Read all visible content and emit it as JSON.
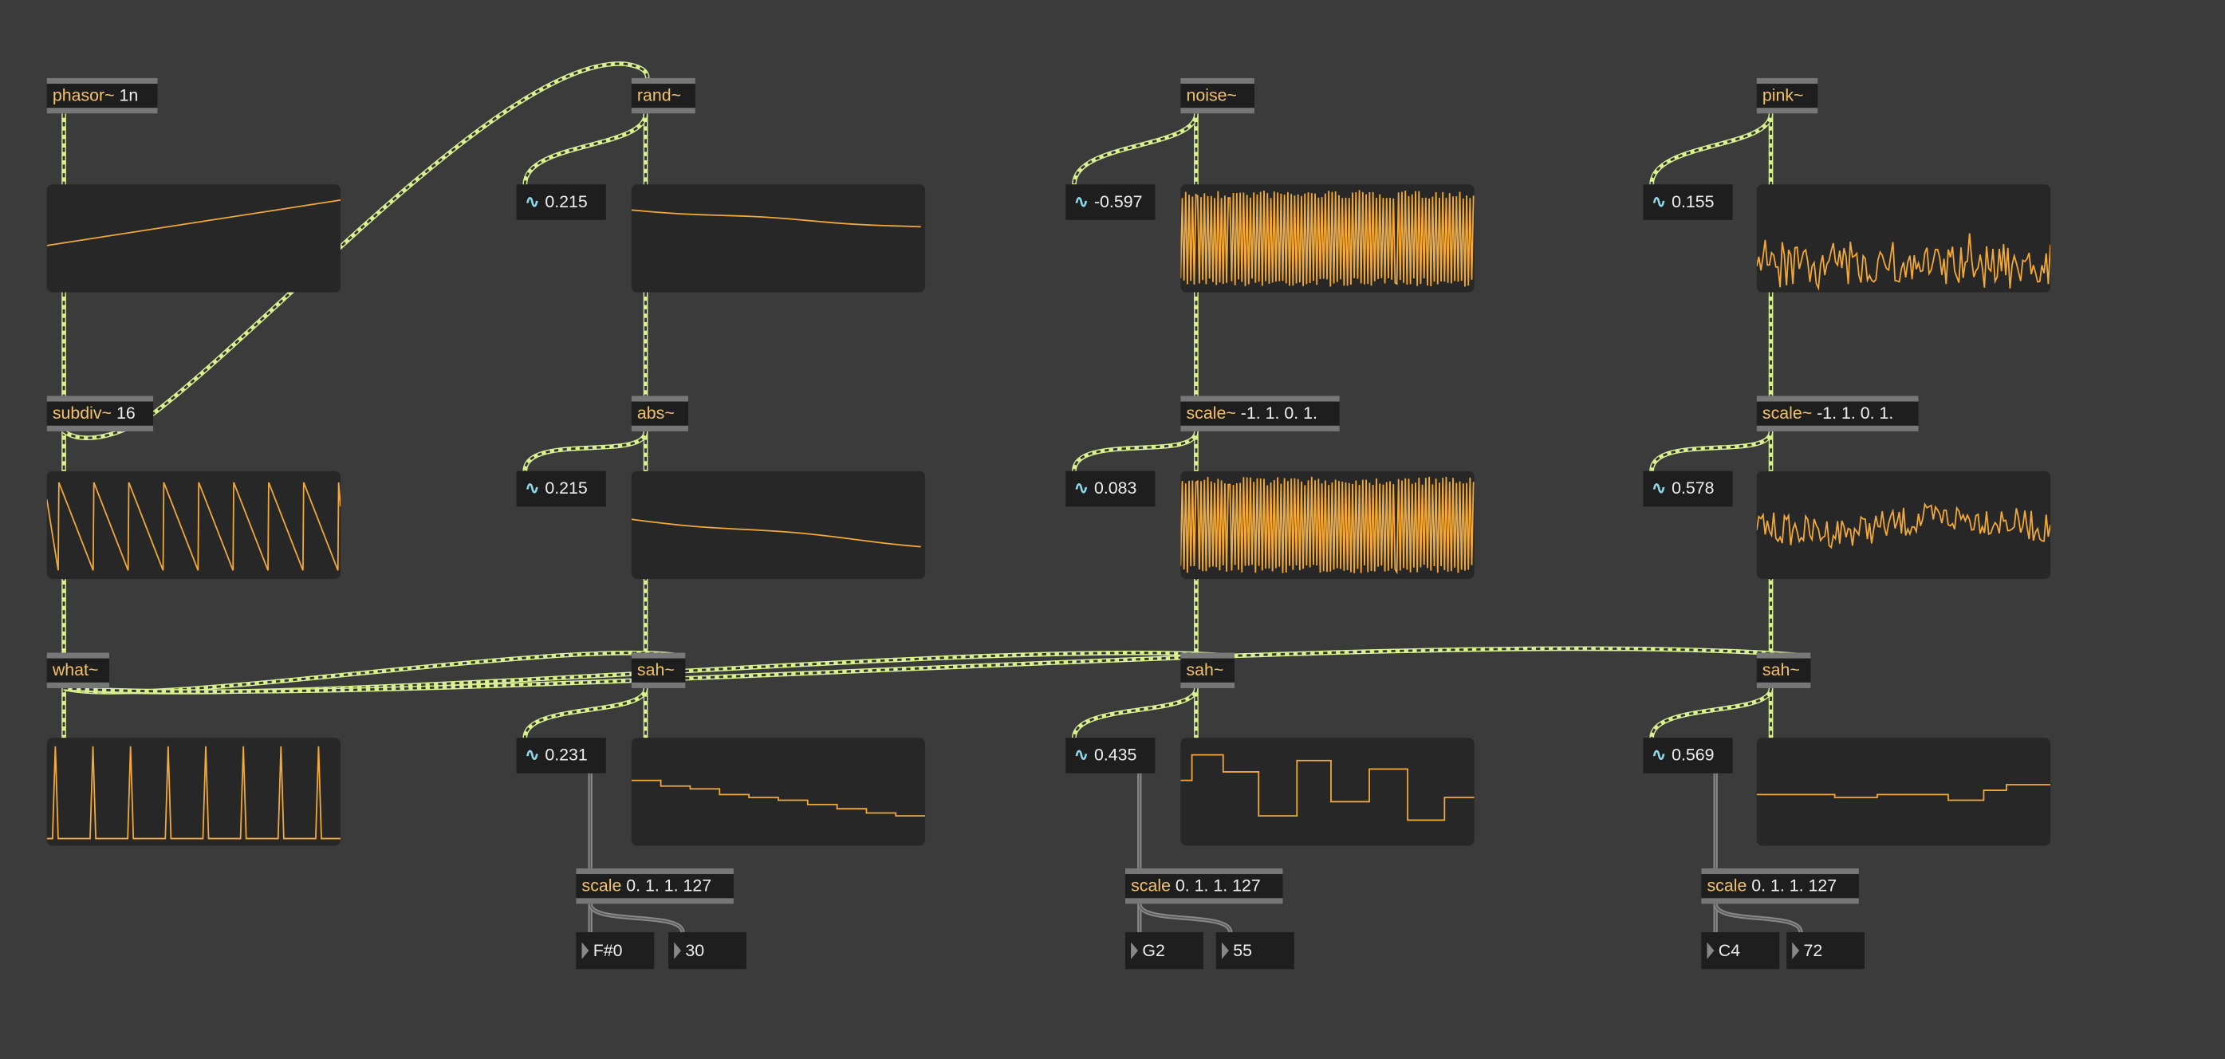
{
  "columns": [
    {
      "source": {
        "name": "phasor~",
        "args": "1n"
      },
      "mid": {
        "name": "subdiv~",
        "args": "16"
      },
      "bottom": {
        "name": "what~",
        "args": ""
      }
    },
    {
      "source": {
        "name": "rand~",
        "args": ""
      },
      "mid": {
        "name": "abs~",
        "args": ""
      },
      "bottom": {
        "name": "sah~",
        "args": ""
      },
      "num1": "0.215",
      "num2": "0.215",
      "num3": "0.231",
      "scale": {
        "name": "scale",
        "args": "0. 1. 1. 127"
      },
      "note": "F#0",
      "value": "30"
    },
    {
      "source": {
        "name": "noise~",
        "args": ""
      },
      "mid": {
        "name": "scale~",
        "args": "-1. 1. 0. 1."
      },
      "bottom": {
        "name": "sah~",
        "args": ""
      },
      "num1": "-0.597",
      "num2": "0.083",
      "num3": "0.435",
      "scale": {
        "name": "scale",
        "args": "0. 1. 1. 127"
      },
      "note": "G2",
      "value": "55"
    },
    {
      "source": {
        "name": "pink~",
        "args": ""
      },
      "mid": {
        "name": "scale~",
        "args": "-1. 1. 0. 1."
      },
      "bottom": {
        "name": "sah~",
        "args": ""
      },
      "num1": "0.155",
      "num2": "0.578",
      "num3": "0.569",
      "scale": {
        "name": "scale",
        "args": "0. 1. 1. 127"
      },
      "note": "C4",
      "value": "72"
    }
  ],
  "colors": {
    "background": "#3b3b3b",
    "waveform": "#f2a93b",
    "signal_cord": "#d9f090",
    "object_name": "#f3c26e",
    "number_icon": "#8fd8ea"
  }
}
